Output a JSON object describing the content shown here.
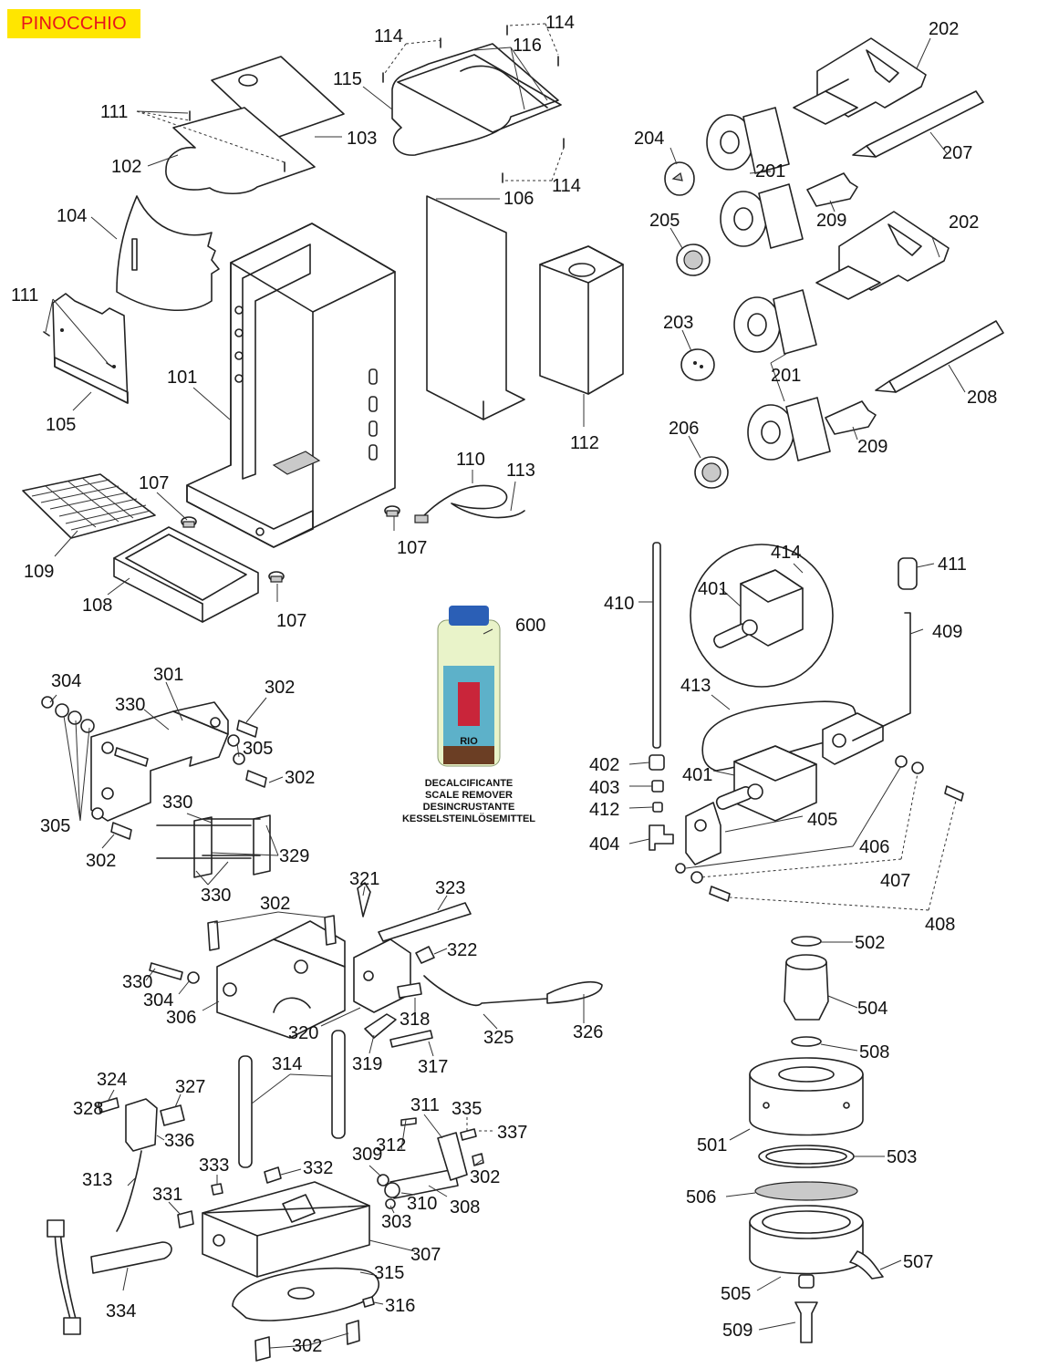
{
  "title": "PINOCCHIO",
  "product": {
    "label_lines": [
      "DECALCIFICANTE",
      "SCALE REMOVER",
      "DESINCRUSTANTE",
      "KESSELSTEINLÖSEMITTEL"
    ],
    "badge_text": "RIO"
  },
  "callouts": {
    "c101": "101",
    "c102": "102",
    "c103": "103",
    "c104": "104",
    "c105": "105",
    "c106": "106",
    "c107a": "107",
    "c107b": "107",
    "c107c": "107",
    "c108": "108",
    "c109": "109",
    "c110": "110",
    "c111a": "111",
    "c111b": "111",
    "c112": "112",
    "c113": "113",
    "c114a": "114",
    "c114b": "114",
    "c114c": "114",
    "c115": "115",
    "c116": "116",
    "c201a": "201",
    "c201b": "201",
    "c202a": "202",
    "c202b": "202",
    "c203": "203",
    "c204": "204",
    "c205": "205",
    "c206": "206",
    "c207": "207",
    "c208": "208",
    "c209a": "209",
    "c209b": "209",
    "c301": "301",
    "c302a": "302",
    "c302b": "302",
    "c302c": "302",
    "c302d": "302",
    "c302e": "302",
    "c302f": "302",
    "c303": "303",
    "c304a": "304",
    "c304b": "304",
    "c305a": "305",
    "c305b": "305",
    "c306": "306",
    "c307": "307",
    "c308": "308",
    "c309": "309",
    "c310": "310",
    "c311": "311",
    "c312": "312",
    "c313": "313",
    "c314": "314",
    "c315": "315",
    "c316": "316",
    "c317": "317",
    "c318": "318",
    "c319": "319",
    "c320": "320",
    "c321": "321",
    "c322": "322",
    "c323": "323",
    "c324": "324",
    "c325": "325",
    "c326": "326",
    "c327": "327",
    "c328": "328",
    "c329": "329",
    "c330a": "330",
    "c330b": "330",
    "c330c": "330",
    "c330d": "330",
    "c331": "331",
    "c332": "332",
    "c333": "333",
    "c334": "334",
    "c335": "335",
    "c336": "336",
    "c337": "337",
    "c401a": "401",
    "c401b": "401",
    "c402": "402",
    "c403": "403",
    "c404": "404",
    "c405": "405",
    "c406": "406",
    "c407": "407",
    "c408": "408",
    "c409": "409",
    "c410": "410",
    "c411": "411",
    "c412": "412",
    "c413": "413",
    "c414": "414",
    "c501": "501",
    "c502": "502",
    "c503": "503",
    "c504": "504",
    "c505": "505",
    "c506": "506",
    "c507": "507",
    "c508": "508",
    "c509": "509",
    "c600": "600"
  }
}
